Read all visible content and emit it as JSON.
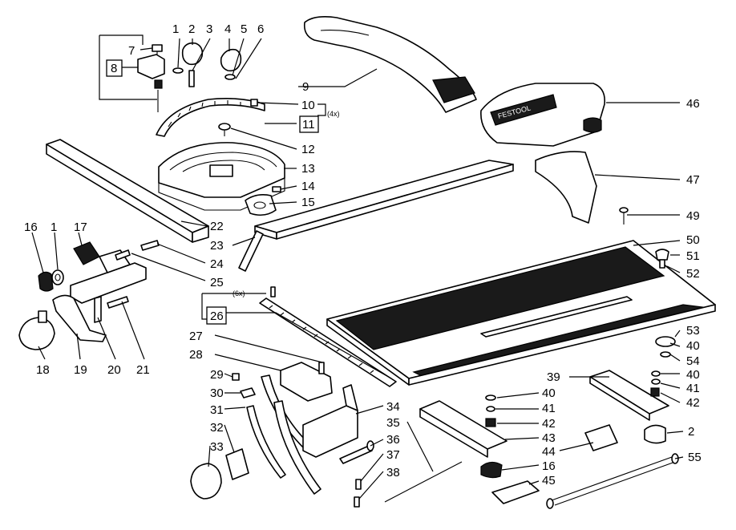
{
  "diagram": {
    "labels": [
      {
        "id": "l1",
        "text": "1"
      },
      {
        "id": "l2",
        "text": "2"
      },
      {
        "id": "l3",
        "text": "3"
      },
      {
        "id": "l4",
        "text": "4"
      },
      {
        "id": "l5",
        "text": "5"
      },
      {
        "id": "l6",
        "text": "6"
      },
      {
        "id": "l7",
        "text": "7"
      },
      {
        "id": "l8",
        "text": "8"
      },
      {
        "id": "l9",
        "text": "9"
      },
      {
        "id": "l10",
        "text": "10"
      },
      {
        "id": "l11",
        "text": "11"
      },
      {
        "id": "l4x",
        "text": "(4x)"
      },
      {
        "id": "l12",
        "text": "12"
      },
      {
        "id": "l13",
        "text": "13"
      },
      {
        "id": "l14",
        "text": "14"
      },
      {
        "id": "l15",
        "text": "15"
      },
      {
        "id": "l16",
        "text": "16"
      },
      {
        "id": "l1b",
        "text": "1"
      },
      {
        "id": "l17",
        "text": "17"
      },
      {
        "id": "l18",
        "text": "18"
      },
      {
        "id": "l19",
        "text": "19"
      },
      {
        "id": "l20",
        "text": "20"
      },
      {
        "id": "l21",
        "text": "21"
      },
      {
        "id": "l22",
        "text": "22"
      },
      {
        "id": "l23",
        "text": "23"
      },
      {
        "id": "l24",
        "text": "24"
      },
      {
        "id": "l25",
        "text": "25"
      },
      {
        "id": "l6x",
        "text": "(6x)"
      },
      {
        "id": "l26",
        "text": "26"
      },
      {
        "id": "l27",
        "text": "27"
      },
      {
        "id": "l28",
        "text": "28"
      },
      {
        "id": "l29",
        "text": "29"
      },
      {
        "id": "l30",
        "text": "30"
      },
      {
        "id": "l31",
        "text": "31"
      },
      {
        "id": "l32",
        "text": "32"
      },
      {
        "id": "l33",
        "text": "33"
      },
      {
        "id": "l34",
        "text": "34"
      },
      {
        "id": "l35",
        "text": "35"
      },
      {
        "id": "l36",
        "text": "36"
      },
      {
        "id": "l37",
        "text": "37"
      },
      {
        "id": "l38",
        "text": "38"
      },
      {
        "id": "l39",
        "text": "39"
      },
      {
        "id": "l40a",
        "text": "40"
      },
      {
        "id": "l41a",
        "text": "41"
      },
      {
        "id": "l42a",
        "text": "42"
      },
      {
        "id": "l43",
        "text": "43"
      },
      {
        "id": "l44",
        "text": "44"
      },
      {
        "id": "l16b",
        "text": "16"
      },
      {
        "id": "l45",
        "text": "45"
      },
      {
        "id": "l46",
        "text": "46"
      },
      {
        "id": "l47",
        "text": "47"
      },
      {
        "id": "l49",
        "text": "49"
      },
      {
        "id": "l50",
        "text": "50"
      },
      {
        "id": "l51",
        "text": "51"
      },
      {
        "id": "l52",
        "text": "52"
      },
      {
        "id": "l53",
        "text": "53"
      },
      {
        "id": "l40b",
        "text": "40"
      },
      {
        "id": "l54",
        "text": "54"
      },
      {
        "id": "l40c",
        "text": "40"
      },
      {
        "id": "l41b",
        "text": "41"
      },
      {
        "id": "l42b",
        "text": "42"
      },
      {
        "id": "l2b",
        "text": "2"
      },
      {
        "id": "l55",
        "text": "55"
      }
    ],
    "brand_text": "FESTOOL",
    "colors": {
      "line": "#000000",
      "background": "#ffffff",
      "rubber": "#1a1a1a"
    }
  }
}
